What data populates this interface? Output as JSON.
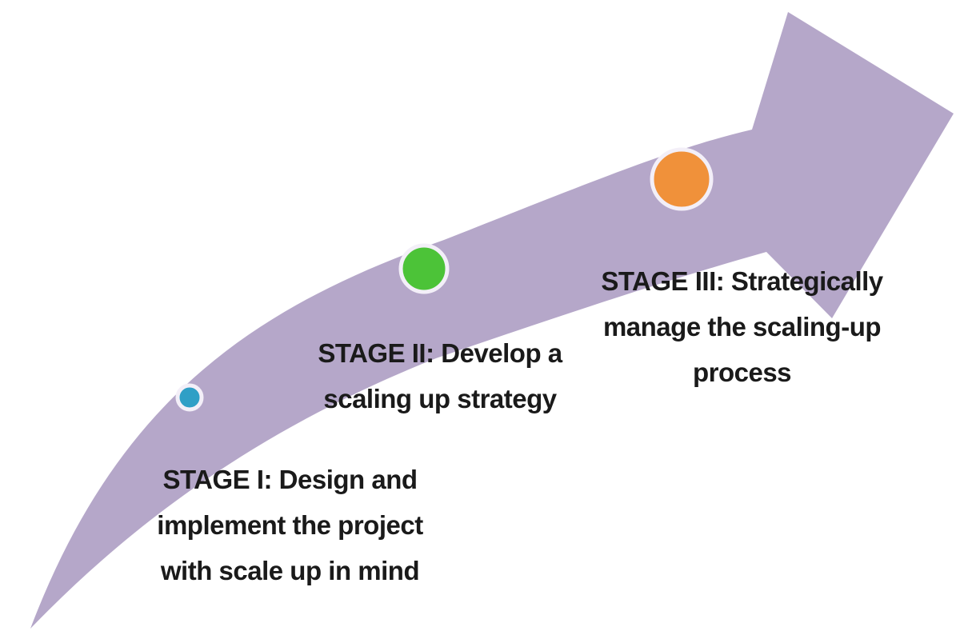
{
  "diagram": {
    "kind": "process-arrow",
    "background_color": "#ffffff",
    "text_color": "#1a1a1a",
    "arrow": {
      "color": "#b5a7c9",
      "direction": "up-right"
    },
    "stages": [
      {
        "dot": "blue-dot",
        "dot_color": "#2f9fc6",
        "lines": [
          "STAGE I: Design and",
          "implement the project",
          "with scale up in mind"
        ]
      },
      {
        "dot": "green-dot",
        "dot_color": "#4cc338",
        "lines": [
          "STAGE II: Develop a",
          "scaling up strategy"
        ]
      },
      {
        "dot": "orange-dot",
        "dot_color": "#f0913a",
        "lines": [
          "STAGE III: Strategically",
          "manage the scaling-up",
          "process"
        ]
      }
    ]
  }
}
